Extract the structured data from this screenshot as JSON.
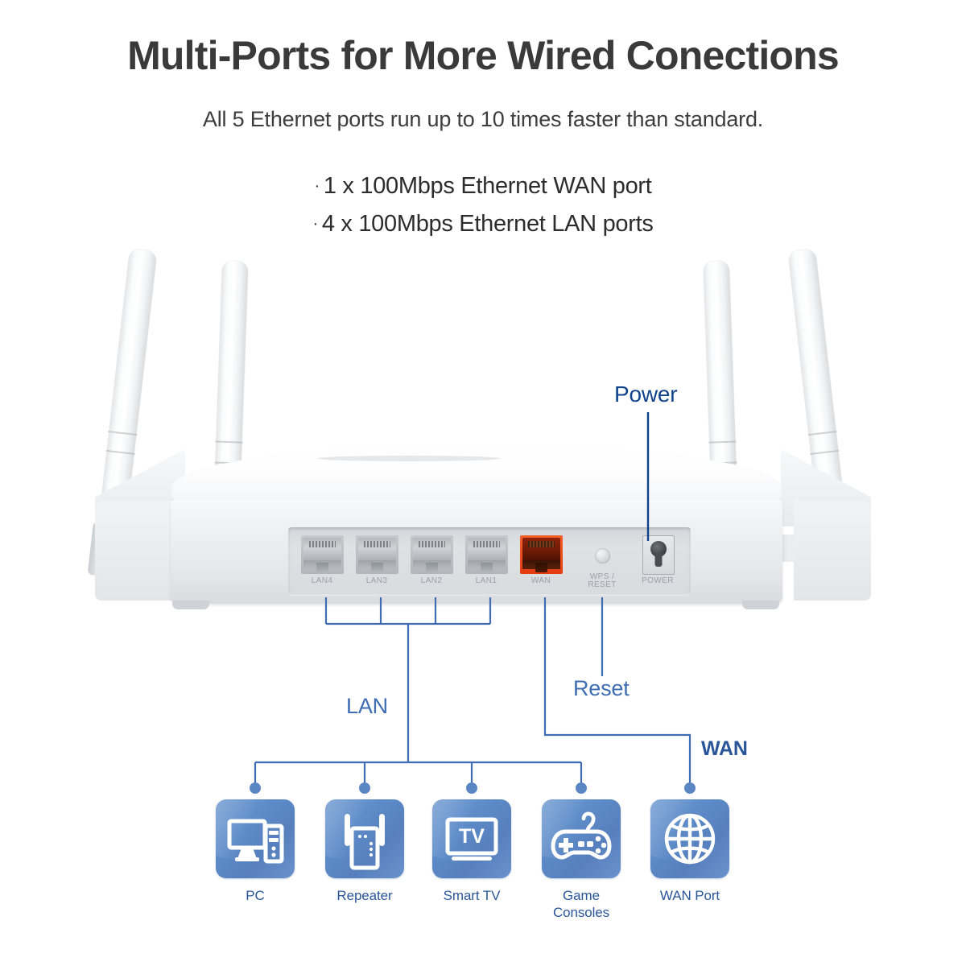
{
  "header": {
    "headline": "Multi-Ports for More Wired Conections",
    "subheadline": "All 5 Ethernet ports run up to 10 times faster than standard.",
    "bullets": [
      "1  x 100Mbps Ethernet WAN port",
      "4 x 100Mbps Ethernet LAN ports"
    ],
    "bullet_marker": "·"
  },
  "router": {
    "alt_name": "wireless-router-rear-panel",
    "antenna_count": 4,
    "port_labels": [
      "LAN4",
      "LAN3",
      "LAN2",
      "LAN1",
      "WAN",
      "WPS /\nRESET",
      "POWER"
    ],
    "ports": [
      {
        "label": "LAN4",
        "type": "rj45",
        "color": "#b2b6ba"
      },
      {
        "label": "LAN3",
        "type": "rj45",
        "color": "#b2b6ba"
      },
      {
        "label": "LAN2",
        "type": "rj45",
        "color": "#b2b6ba"
      },
      {
        "label": "LAN1",
        "type": "rj45",
        "color": "#b2b6ba"
      },
      {
        "label": "WAN",
        "type": "rj45",
        "color": "#e33c0f"
      },
      {
        "label": "WPS / RESET",
        "type": "button",
        "color": "#d3d6d9"
      },
      {
        "label": "POWER",
        "type": "dc-jack",
        "color": "#3b3f43"
      }
    ],
    "wps_label_line1": "WPS /",
    "wps_label_line2": "RESET"
  },
  "callouts": {
    "power": "Power",
    "reset": "Reset",
    "lan": "LAN",
    "wan": "WAN",
    "line_color_dark": "#10438c",
    "line_color_mid": "#3e6db3"
  },
  "devices": [
    {
      "label": "PC",
      "icon": "desktop-computer-icon"
    },
    {
      "label": "Repeater",
      "icon": "wifi-repeater-icon"
    },
    {
      "label": "Smart TV",
      "icon": "television-icon"
    },
    {
      "label": "Game\nConsoles",
      "icon": "gamepad-icon"
    },
    {
      "label": "WAN Port",
      "icon": "globe-icon"
    }
  ],
  "device_labels": {
    "pc": "PC",
    "repeater": "Repeater",
    "smart_tv": "Smart TV",
    "game_consoles_line1": "Game",
    "game_consoles_line2": "Consoles",
    "wan_port": "WAN Port"
  },
  "colors": {
    "background": "#ffffff",
    "headline": "#3a3a3a",
    "body_text": "#2c2c2c",
    "accent_navy": "#10438c",
    "accent_blue": "#2a5699",
    "callout_blue": "#3e6db3",
    "tile_blue": "#5d8bc8",
    "wan_port_orange": "#e33c0f",
    "router_white": "#f2f3f5"
  }
}
